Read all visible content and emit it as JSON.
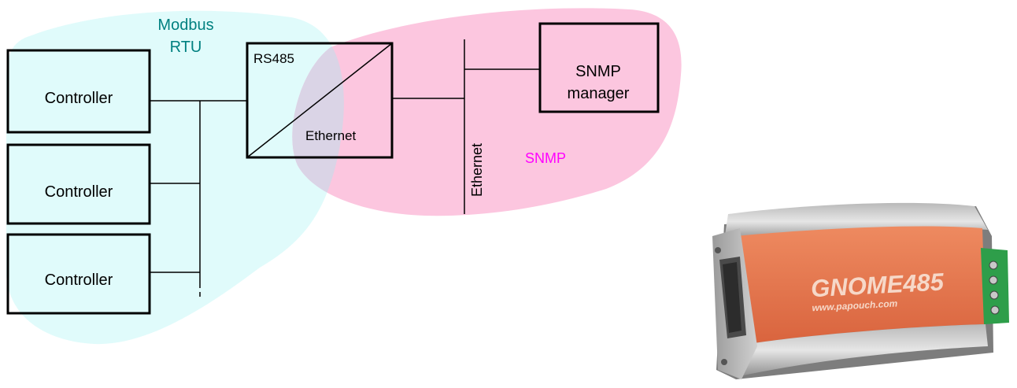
{
  "diagram": {
    "modbus_label_line1": "Modbus",
    "modbus_label_line2": "RTU",
    "snmp_label": "SNMP",
    "converter": {
      "rs485_label": "RS485",
      "ethernet_label": "Ethernet"
    },
    "ethernet_bus_label": "Ethernet",
    "snmp_manager_line1": "SNMP",
    "snmp_manager_line2": "manager",
    "controllers": [
      {
        "label": "Controller"
      },
      {
        "label": "Controller"
      },
      {
        "label": "Controller"
      }
    ]
  },
  "device_photo": {
    "brand_text": "GNOME485",
    "url_text": "www.papouch.com"
  },
  "colors": {
    "modbus_zone": "#e0fbfb",
    "snmp_zone": "#fcc6df",
    "overlap_zone": "#dad4e6",
    "modbus_text": "#008080",
    "snmp_text": "#ff00ff",
    "device_orange": "#e8734d"
  }
}
